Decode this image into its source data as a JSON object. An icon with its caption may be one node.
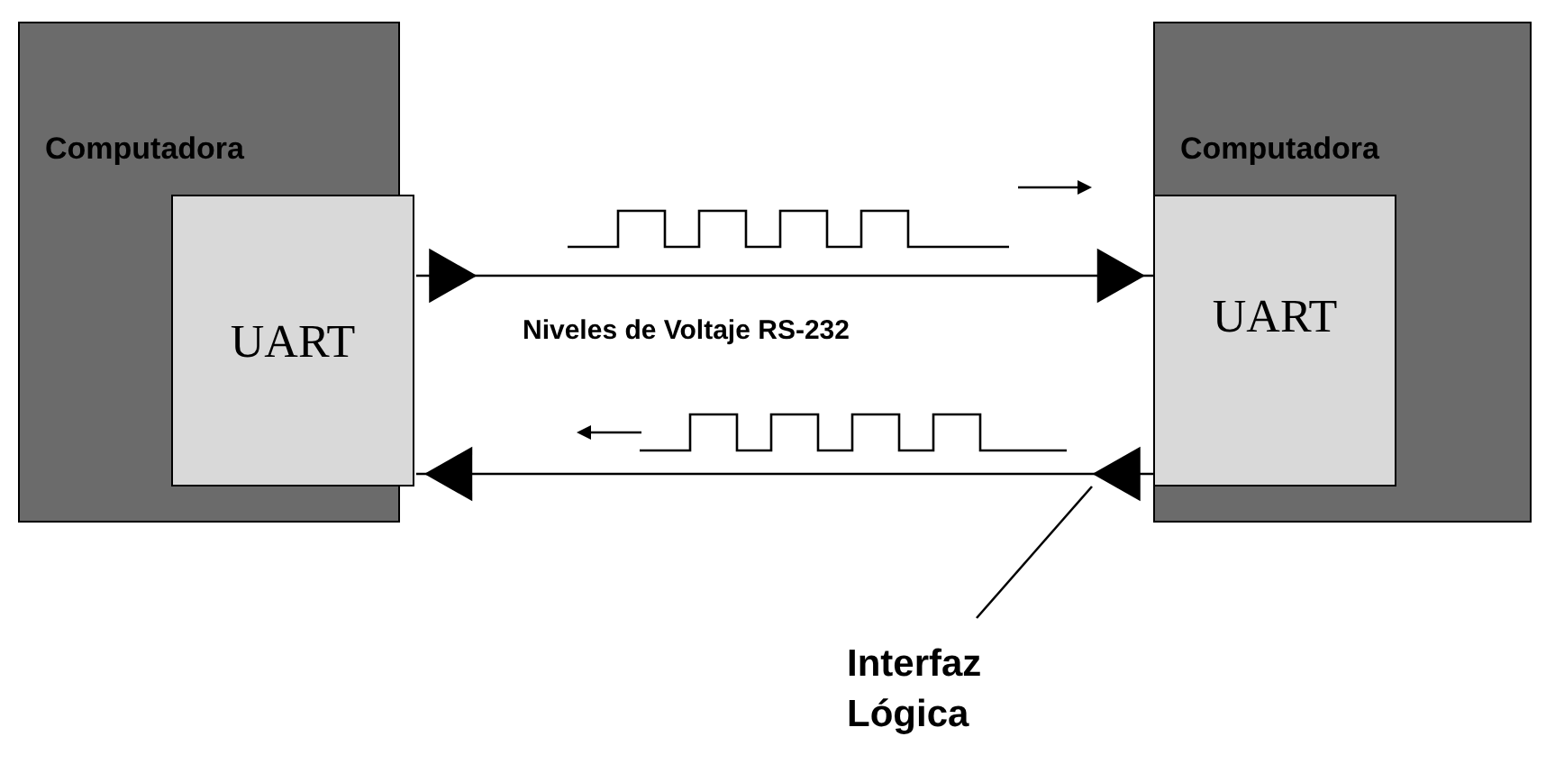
{
  "diagram": {
    "nodes": [
      {
        "text": [
          "Computadora"
        ]
      },
      {
        "text": [
          "UART"
        ],
        "in": 0
      },
      {
        "text": [
          "Computadora"
        ]
      },
      {
        "text": [
          "UART"
        ],
        "in": 2
      },
      {
        "text": [
          "Interfaz Lógica"
        ]
      }
    ],
    "edges": [
      {
        "from": 1,
        "to": 3,
        "arrow": "to",
        "label": "Niveles de Voltaje RS-232"
      },
      {
        "from": 3,
        "to": 1,
        "arrow": "to"
      },
      {
        "from": 4,
        "to": null,
        "arrow": "none"
      }
    ]
  }
}
